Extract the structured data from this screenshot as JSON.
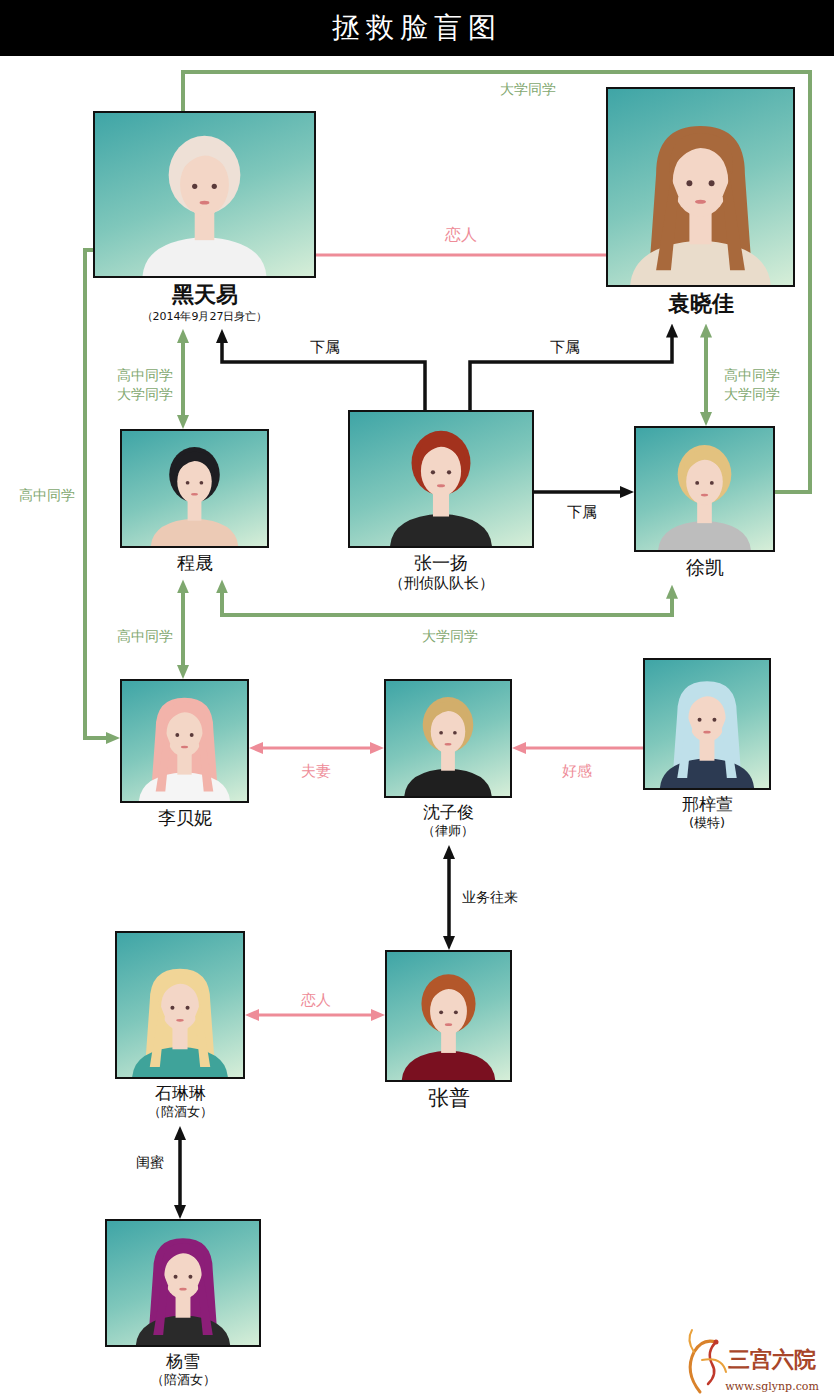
{
  "diagram": {
    "title": "拯救脸盲图",
    "nodes": [
      {
        "text": [
          "黑天易",
          "（2014年9月27日身亡）"
        ]
      },
      {
        "text": [
          "袁晓佳"
        ]
      },
      {
        "text": [
          "程晟"
        ]
      },
      {
        "text": [
          "张一扬",
          "（刑侦队队长）"
        ]
      },
      {
        "text": [
          "徐凯"
        ]
      },
      {
        "text": [
          "李贝妮"
        ]
      },
      {
        "text": [
          "沈子俊",
          "（律师）"
        ]
      },
      {
        "text": [
          "邢梓萱",
          "(模特)"
        ]
      },
      {
        "text": [
          "石琳琳",
          "（陪酒女）"
        ]
      },
      {
        "text": [
          "张普"
        ]
      },
      {
        "text": [
          "杨雪",
          "（陪酒女）"
        ]
      }
    ],
    "edges": [
      {
        "from": 0,
        "to": 1,
        "label": "恋人",
        "arrow": "none"
      },
      {
        "from": 0,
        "to": 4,
        "label": "大学同学",
        "arrow": "none"
      },
      {
        "from": 3,
        "to": 0,
        "label": "下属",
        "arrow": "to"
      },
      {
        "from": 3,
        "to": 1,
        "label": "下属",
        "arrow": "to"
      },
      {
        "from": 3,
        "to": 4,
        "label": "下属",
        "arrow": "to"
      },
      {
        "from": 0,
        "to": 2,
        "label": "高中同学 大学同学",
        "arrow": "both"
      },
      {
        "from": 1,
        "to": 4,
        "label": "高中同学 大学同学",
        "arrow": "both"
      },
      {
        "from": 0,
        "to": 5,
        "label": "高中同学",
        "arrow": "to"
      },
      {
        "from": 2,
        "to": 4,
        "label": "大学同学",
        "arrow": "both"
      },
      {
        "from": 2,
        "to": 5,
        "label": "高中同学",
        "arrow": "both"
      },
      {
        "from": 5,
        "to": 6,
        "label": "夫妻",
        "arrow": "both"
      },
      {
        "from": 7,
        "to": 6,
        "label": "好感",
        "arrow": "to"
      },
      {
        "from": 6,
        "to": 9,
        "label": "业务往来",
        "arrow": "both"
      },
      {
        "from": 8,
        "to": 9,
        "label": "恋人",
        "arrow": "both"
      },
      {
        "from": 8,
        "to": 10,
        "label": "闺蜜",
        "arrow": "both"
      }
    ],
    "labels": [
      "三宫六院",
      "www.sglynp.com"
    ]
  }
}
